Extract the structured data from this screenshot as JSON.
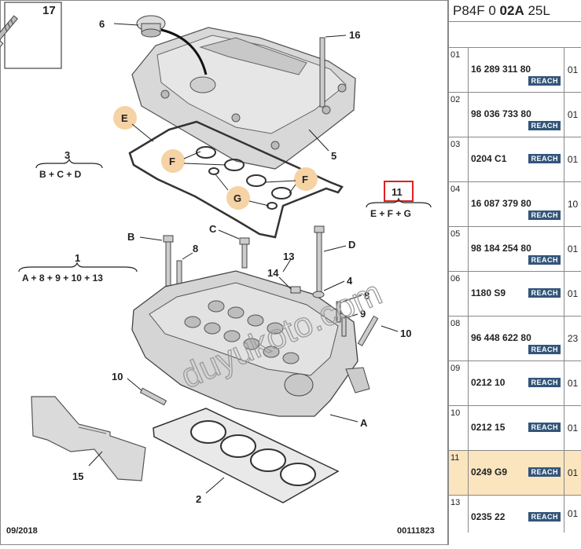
{
  "header": {
    "prefix": "P84F 0 ",
    "bold": "02A",
    "suffix": " 25L"
  },
  "diagram": {
    "date": "09/2018",
    "code": "00111823",
    "callouts": [
      "17",
      "6",
      "16",
      "E",
      "F",
      "F",
      "G",
      "5",
      "3",
      "11",
      "B",
      "C",
      "D",
      "8",
      "1",
      "13",
      "14",
      "4",
      "8",
      "9",
      "10",
      "10",
      "A",
      "2",
      "15"
    ],
    "groups": {
      "g3": "B + C + D",
      "g11": "E + F + G",
      "g1": "A + 8 + 9 + 10 + 13"
    },
    "watermark": "duyukoto.com"
  },
  "parts": [
    {
      "num": "01",
      "ref": "16 289 311 80",
      "reach": "REACH",
      "qty": "01"
    },
    {
      "num": "02",
      "ref": "98 036 733 80",
      "reach": "REACH",
      "qty": "01"
    },
    {
      "num": "03",
      "ref": "0204 C1",
      "reach": "REACH",
      "qty": "01"
    },
    {
      "num": "04",
      "ref": "16 087 379 80",
      "reach": "REACH",
      "qty": "10"
    },
    {
      "num": "05",
      "ref": "98 184 254 80",
      "reach": "REACH",
      "qty": "01"
    },
    {
      "num": "06",
      "ref": "1180 S9",
      "reach": "REACH",
      "qty": "01"
    },
    {
      "num": "08",
      "ref": "96 448 622 80",
      "reach": "REACH",
      "qty": "23"
    },
    {
      "num": "09",
      "ref": "0212 10",
      "reach": "REACH",
      "qty": "01"
    },
    {
      "num": "10",
      "ref": "0212 15",
      "reach": "REACH",
      "qty": "01"
    },
    {
      "num": "11",
      "ref": "0249 G9",
      "reach": "REACH",
      "qty": "01"
    },
    {
      "num": "13",
      "ref": "0235 22",
      "reach": "REACH",
      "qty": "01"
    }
  ],
  "colors": {
    "highlight_row": "#fbe5bf",
    "reach_badge": "#33557a",
    "callout_circle": "#f6d3a5",
    "selected_box": "#e02020"
  }
}
